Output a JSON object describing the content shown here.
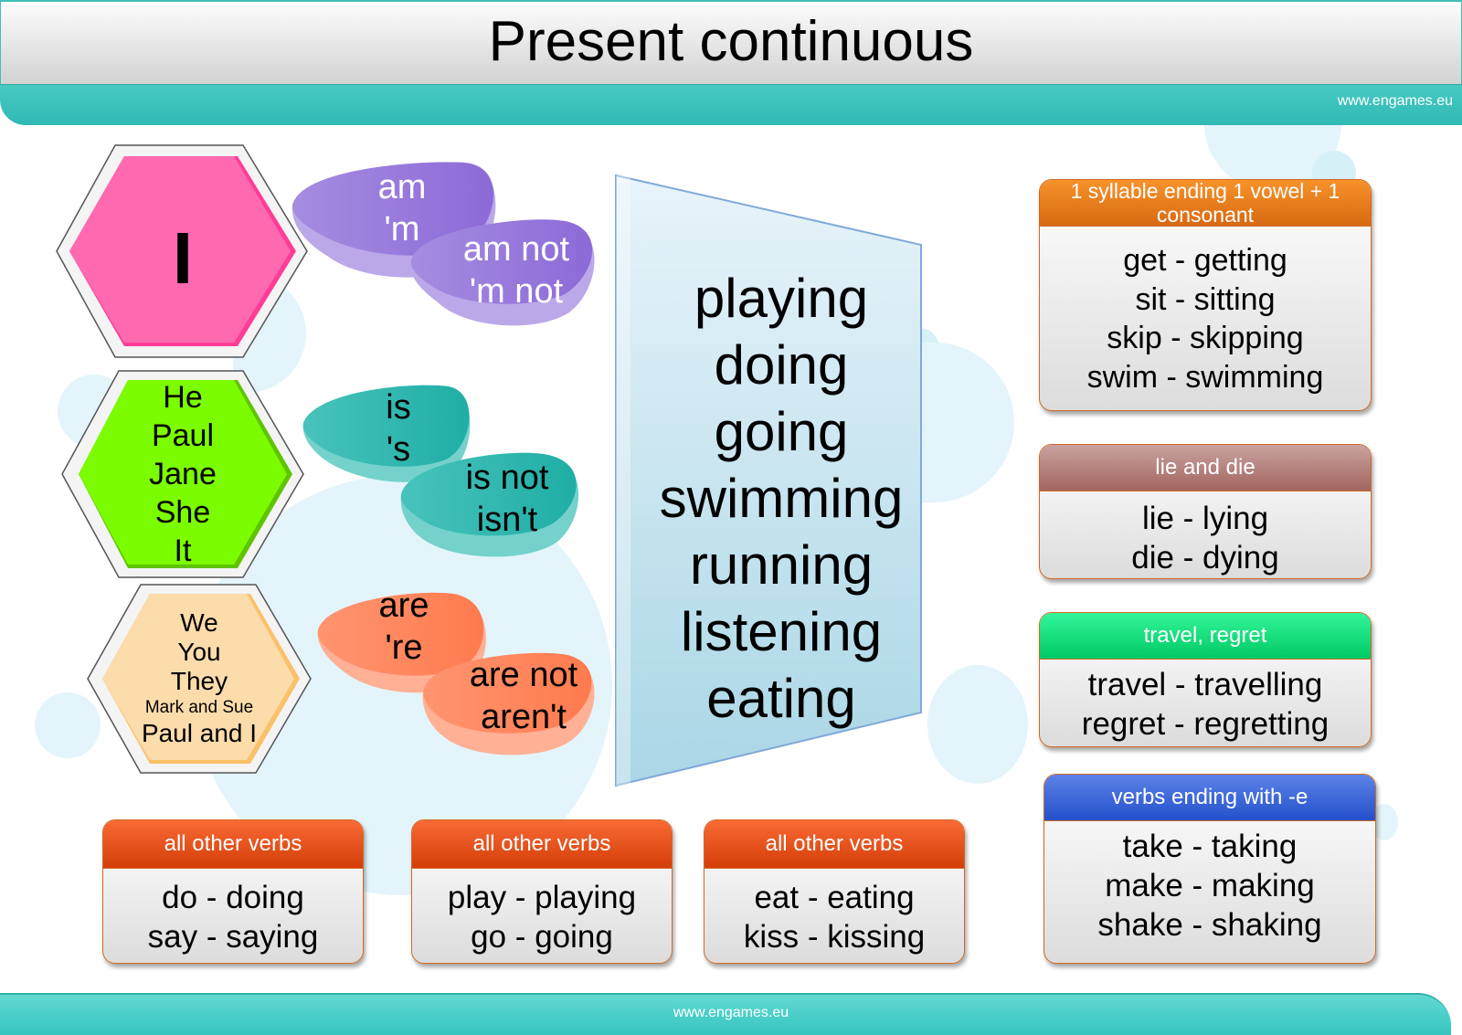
{
  "header": {
    "title": "Present continuous",
    "url": "www.engames.eu"
  },
  "footer": {
    "url": "www.engames.eu"
  },
  "subjects": [
    {
      "lines": [
        "I"
      ],
      "color": "#ff69b0",
      "accent": "#ff3c97"
    },
    {
      "lines": [
        "He",
        "Paul",
        "Jane",
        "She",
        "It"
      ],
      "color": "#7cfc00",
      "accent": "#5fc400"
    },
    {
      "lines": [
        "We",
        "You",
        "They",
        "Mark and Sue",
        "Paul and I"
      ],
      "color": "#fcdcab",
      "accent": "#fbc06a"
    }
  ],
  "verb_be": [
    {
      "positive": [
        "am",
        "'m"
      ],
      "negative": [
        "am not",
        "'m not"
      ],
      "color": "#9b7fdc",
      "text_color": "#ffffff"
    },
    {
      "positive": [
        "is",
        "'s"
      ],
      "negative": [
        "is not",
        "isn't"
      ],
      "color": "#2fb3ab",
      "text_color": "#000000"
    },
    {
      "positive": [
        "are",
        "'re"
      ],
      "negative": [
        "are not",
        "aren't"
      ],
      "color": "#ff875c",
      "text_color": "#000000"
    }
  ],
  "ing_forms": [
    "playing",
    "doing",
    "going",
    "swimming",
    "running",
    "listening",
    "eating"
  ],
  "rules_bottom": [
    {
      "header": "all other verbs",
      "examples": [
        "do - doing",
        "say - saying"
      ]
    },
    {
      "header": "all other verbs",
      "examples": [
        "play - playing",
        "go - going"
      ]
    },
    {
      "header": "all other verbs",
      "examples": [
        "eat - eating",
        "kiss - kissing"
      ]
    }
  ],
  "rules_right": [
    {
      "header": "1 syllable ending 1 vowel + 1 consonant",
      "examples": [
        "get - getting",
        "sit - sitting",
        "skip - skipping",
        "swim - swimming"
      ],
      "color_top": "#f7922a",
      "color_bottom": "#d86a12"
    },
    {
      "header": "lie and die",
      "examples": [
        "lie - lying",
        "die - dying"
      ],
      "color_top": "#c9a3a0",
      "color_bottom": "#a3655f"
    },
    {
      "header": "travel, regret",
      "examples": [
        "travel - travelling",
        "regret - regretting"
      ],
      "color_top": "#33f59a",
      "color_bottom": "#00c964"
    },
    {
      "header": "verbs ending with -e",
      "examples": [
        "take - taking",
        "make - making",
        "shake - shaking"
      ],
      "color_top": "#5c83e6",
      "color_bottom": "#2450cc"
    }
  ],
  "colors": {
    "teal": "#3cc3bc",
    "orange_header": "#e9501a"
  }
}
